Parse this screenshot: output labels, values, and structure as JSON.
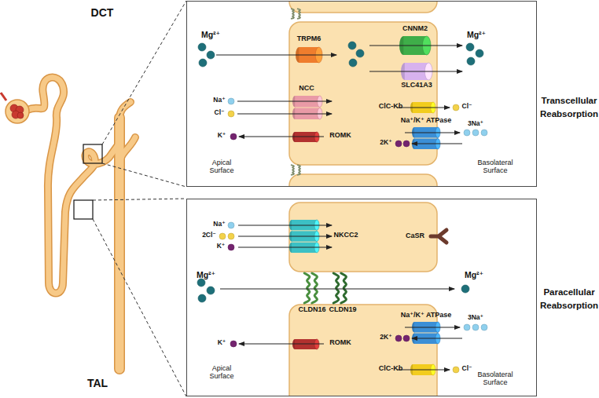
{
  "diagram": {
    "nodes": [
      {
        "text": [
          "Transcellular Reabsorption"
        ]
      },
      {
        "text": [
          "TRPM6"
        ],
        "in": 0
      },
      {
        "text": [
          "CNNM2"
        ],
        "in": 0
      },
      {
        "text": [
          "SLC41A3"
        ],
        "in": 0
      },
      {
        "text": [
          "NCC"
        ],
        "in": 0
      },
      {
        "text": [
          "ClC-Kb"
        ],
        "in": 0
      },
      {
        "text": [
          "Na⁺/K⁺ ATPase"
        ],
        "in": 0
      },
      {
        "text": [
          "ROMK"
        ],
        "in": 0
      },
      {
        "text": [
          "Paracellular Reabsorption"
        ]
      },
      {
        "text": [
          "NKCC2"
        ],
        "in": 8
      },
      {
        "text": [
          "CaSR"
        ],
        "in": 8
      },
      {
        "text": [
          "CLDN16"
        ],
        "in": 8
      },
      {
        "text": [
          "CLDN19"
        ],
        "in": 8
      },
      {
        "text": [
          "Na⁺/K⁺ ATPase"
        ],
        "in": 8
      },
      {
        "text": [
          "ROMK"
        ],
        "in": 8
      },
      {
        "text": [
          "ClC-Kb"
        ],
        "in": 8
      }
    ],
    "labels": [
      "DCT",
      "TAL",
      "Mg²⁺",
      "Mg²⁺",
      "Na⁺",
      "Cl⁻",
      "Cl⁻",
      "3Na⁺",
      "2K⁺",
      "K⁺",
      "Apical Surface",
      "Basolateral Surface",
      "Na⁺",
      "2Cl⁻",
      "K⁺",
      "Mg²⁺",
      "Mg²⁺",
      "3Na⁺",
      "2K⁺",
      "K⁺",
      "Cl⁻",
      "Apical Surface",
      "Basolateral Surface"
    ]
  }
}
